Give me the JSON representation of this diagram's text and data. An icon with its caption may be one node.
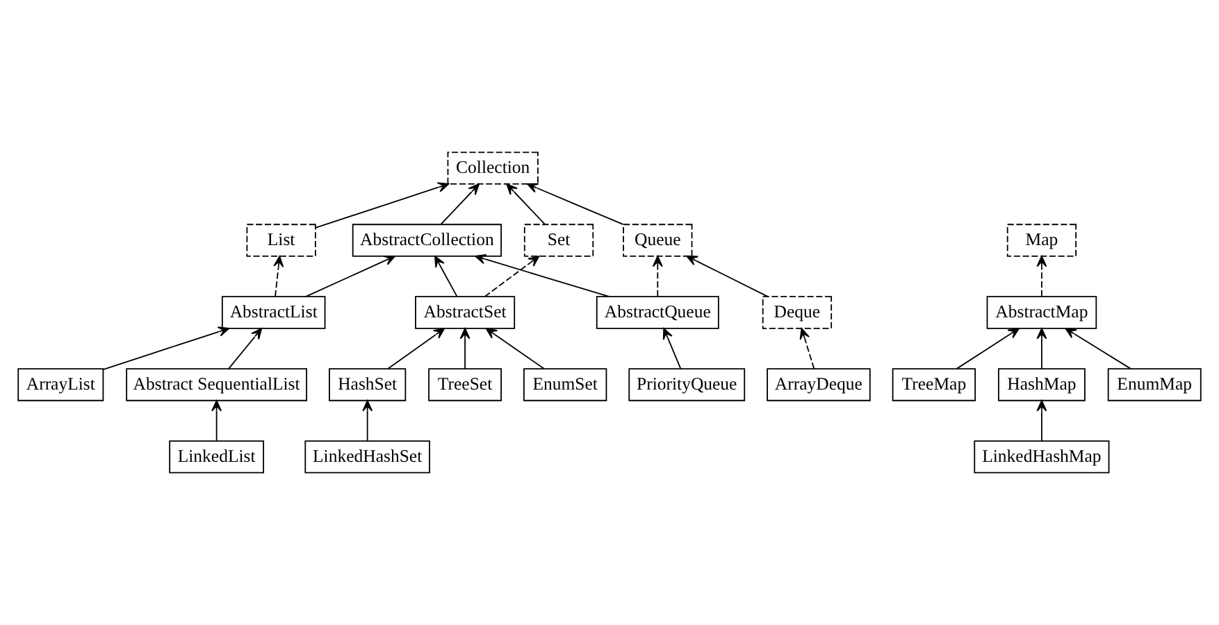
{
  "diagram": {
    "nodes": [
      {
        "text": [
          "Collection"
        ]
      },
      {
        "text": [
          "AbstractCollection"
        ]
      },
      {
        "text": [
          "List"
        ]
      },
      {
        "text": [
          "Set"
        ]
      },
      {
        "text": [
          "Queue"
        ]
      },
      {
        "text": [
          "Map"
        ]
      },
      {
        "text": [
          "Deque"
        ]
      },
      {
        "text": [
          "AbstractList"
        ]
      },
      {
        "text": [
          "AbstractSet"
        ]
      },
      {
        "text": [
          "AbstractQueue"
        ]
      },
      {
        "text": [
          "AbstractMap"
        ]
      },
      {
        "text": [
          "ArrayDeque"
        ]
      },
      {
        "text": [
          "Abstract SequentialList"
        ]
      },
      {
        "text": [
          "PriorityQueue"
        ]
      },
      {
        "text": [
          "ArrayList"
        ]
      },
      {
        "text": [
          "LinkedList"
        ]
      },
      {
        "text": [
          "HashSet"
        ]
      },
      {
        "text": [
          "TreeSet"
        ]
      },
      {
        "text": [
          "EnumSet"
        ]
      },
      {
        "text": [
          "TreeMap"
        ]
      },
      {
        "text": [
          "HashMap"
        ]
      },
      {
        "text": [
          "EnumMap"
        ]
      },
      {
        "text": [
          "LinkedHashSet"
        ]
      },
      {
        "text": [
          "LinkedHashMap"
        ]
      }
    ],
    "edges": [
      {
        "from": 1,
        "to": 0,
        "arrow": "to"
      },
      {
        "from": 2,
        "to": 0,
        "arrow": "to"
      },
      {
        "from": 3,
        "to": 0,
        "arrow": "to"
      },
      {
        "from": 4,
        "to": 0,
        "arrow": "to"
      },
      {
        "from": 6,
        "to": 4,
        "arrow": "to"
      },
      {
        "from": 7,
        "to": 1,
        "arrow": "to"
      },
      {
        "from": 7,
        "to": 2,
        "arrow": "to",
        "style": "dashed"
      },
      {
        "from": 8,
        "to": 1,
        "arrow": "to"
      },
      {
        "from": 8,
        "to": 3,
        "arrow": "to",
        "style": "dashed"
      },
      {
        "from": 9,
        "to": 1,
        "arrow": "to"
      },
      {
        "from": 9,
        "to": 4,
        "arrow": "to",
        "style": "dashed"
      },
      {
        "from": 11,
        "to": 6,
        "arrow": "to",
        "style": "dashed"
      },
      {
        "from": 10,
        "to": 5,
        "arrow": "to",
        "style": "dashed"
      },
      {
        "from": 14,
        "to": 7,
        "arrow": "to"
      },
      {
        "from": 12,
        "to": 7,
        "arrow": "to"
      },
      {
        "from": 15,
        "to": 12,
        "arrow": "to"
      },
      {
        "from": 16,
        "to": 8,
        "arrow": "to"
      },
      {
        "from": 17,
        "to": 8,
        "arrow": "to"
      },
      {
        "from": 18,
        "to": 8,
        "arrow": "to"
      },
      {
        "from": 13,
        "to": 9,
        "arrow": "to"
      },
      {
        "from": 19,
        "to": 10,
        "arrow": "to"
      },
      {
        "from": 20,
        "to": 10,
        "arrow": "to"
      },
      {
        "from": 21,
        "to": 10,
        "arrow": "to"
      },
      {
        "from": 22,
        "to": 16,
        "arrow": "to"
      },
      {
        "from": 23,
        "to": 20,
        "arrow": "to"
      }
    ]
  }
}
